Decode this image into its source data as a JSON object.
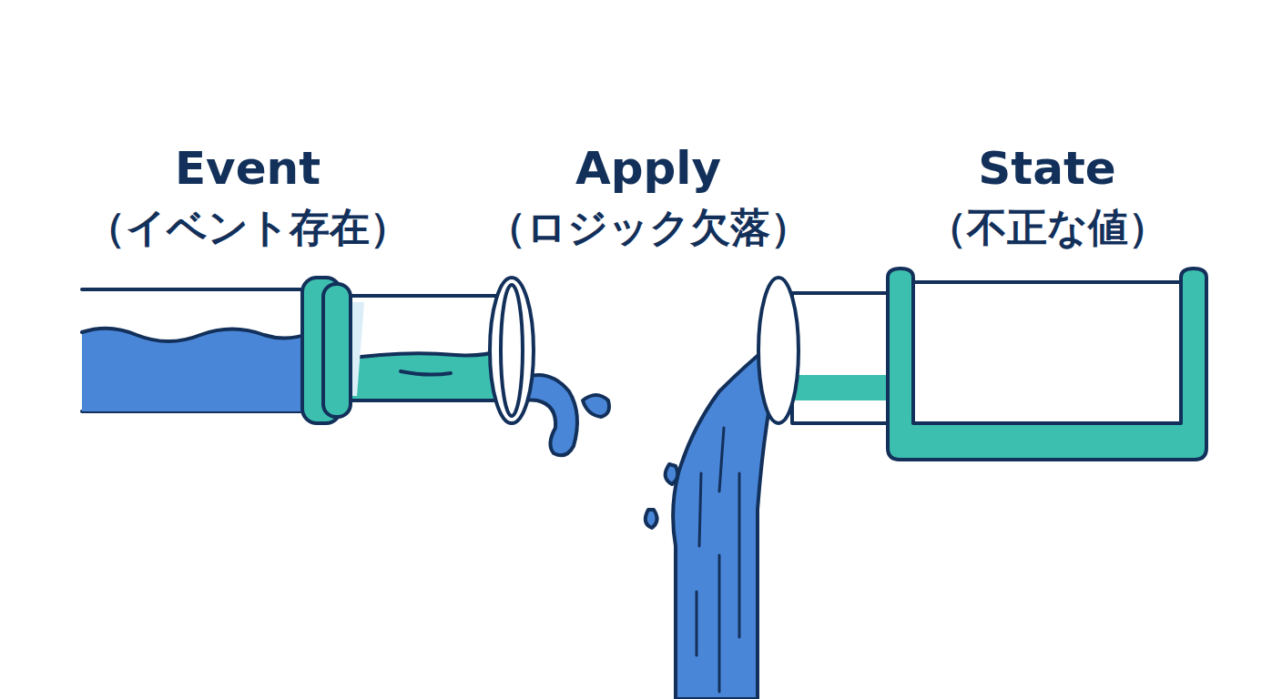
{
  "diagram": {
    "labels": [
      "Event",
      "（イベント存在）",
      "Apply",
      "（ロジック欠落）",
      "State",
      "（不正な値）"
    ]
  }
}
